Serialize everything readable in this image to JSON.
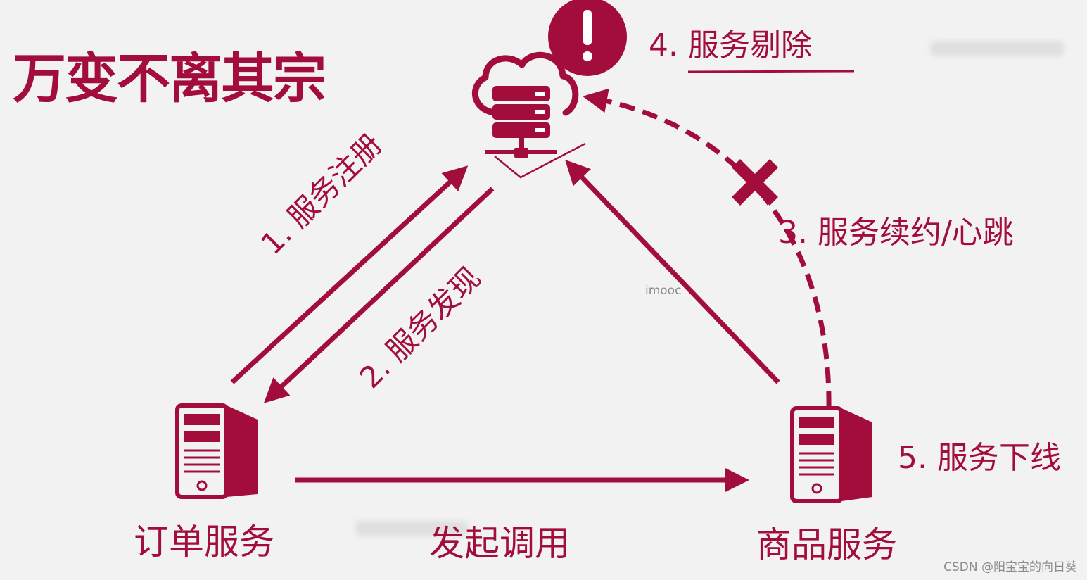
{
  "title": "万变不离其宗",
  "nodes": {
    "registry_icon": "cloud-server-icon",
    "order_service": "订单服务",
    "product_service": "商品服务"
  },
  "steps": {
    "register": "1. 服务注册",
    "discover": "2. 服务发现",
    "heartbeat": "3. 服务续约/心跳",
    "evict": "4. 服务剔除",
    "offline": "5. 服务下线",
    "invoke": "发起调用"
  },
  "watermark": "imooc",
  "credit": "CSDN @阳宝宝的向日葵",
  "colors": {
    "accent": "#a20d3c",
    "background": "#f3f2f2"
  }
}
